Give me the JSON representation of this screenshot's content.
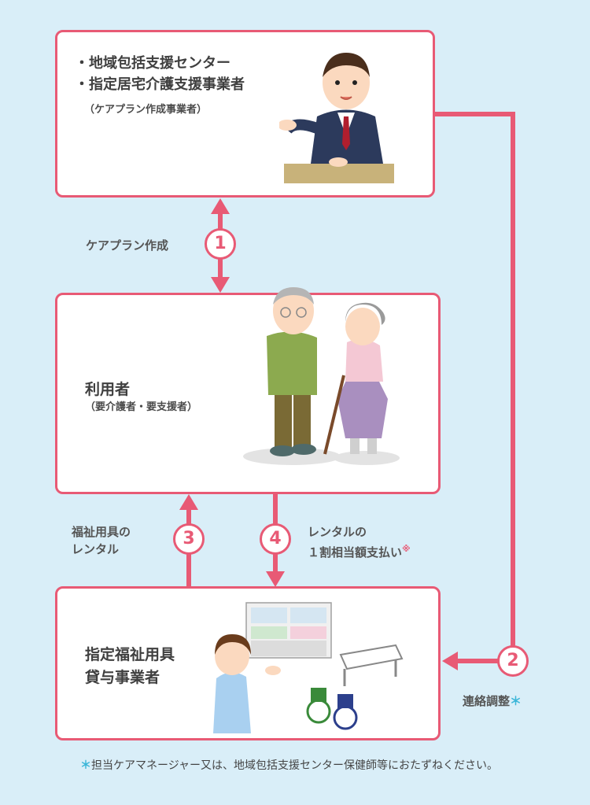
{
  "boxes": {
    "top": {
      "line1": "・地域包括支援センター",
      "line2": "・指定居宅介護支援事業者",
      "sub": "（ケアプラン作成事業者）"
    },
    "middle": {
      "title": "利用者",
      "sub": "（要介護者・要支援者）"
    },
    "bottom": {
      "line1": "指定福祉用具",
      "line2": "貸与事業者"
    }
  },
  "steps": [
    {
      "number": "1",
      "label": "ケアプラン作成"
    },
    {
      "number": "2",
      "label": "連絡調整",
      "mark": "＊"
    },
    {
      "number": "3",
      "label_line1": "福祉用具の",
      "label_line2": "レンタル"
    },
    {
      "number": "4",
      "label_line1": "レンタルの",
      "label_line2": "１割相当額支払い",
      "mark": "※"
    }
  ],
  "footnote": {
    "mark": "＊",
    "text": "担当ケアマネージャー又は、地域包括支援センター保健師等におたずねください。"
  },
  "colors": {
    "accent": "#e85a75",
    "background": "#d9eef8",
    "note_mark": "#3bb6d8"
  }
}
